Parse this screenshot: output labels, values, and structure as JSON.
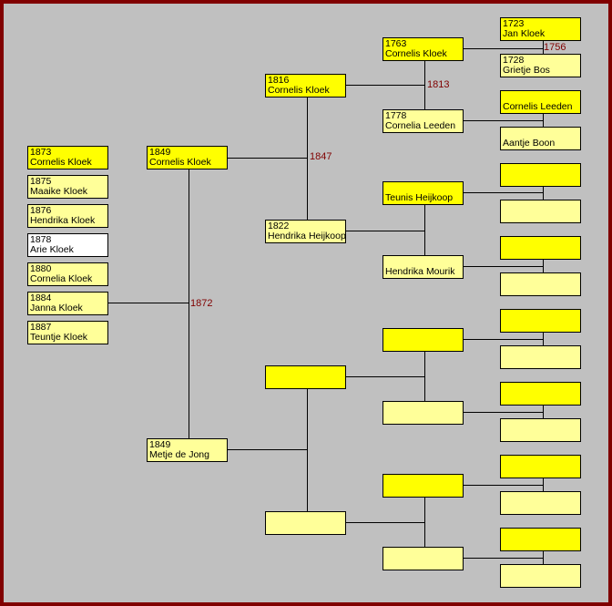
{
  "colors": {
    "male": "#ffff00",
    "female": "#ffff99",
    "unknown": "#ffffff",
    "frame": "#800000",
    "background": "#c0c0c0",
    "marriage_year": "#800000"
  },
  "children": [
    {
      "year": "1873",
      "name": "Cornelis Kloek",
      "sex": "m"
    },
    {
      "year": "1875",
      "name": "Maaike Kloek",
      "sex": "f"
    },
    {
      "year": "1876",
      "name": "Hendrika Kloek",
      "sex": "f"
    },
    {
      "year": "1878",
      "name": "Arie Kloek",
      "sex": "u"
    },
    {
      "year": "1880",
      "name": "Cornelia Kloek",
      "sex": "f"
    },
    {
      "year": "1884",
      "name": "Janna Kloek",
      "sex": "f"
    },
    {
      "year": "1887",
      "name": "Teuntje Kloek",
      "sex": "f"
    }
  ],
  "parents": [
    {
      "year": "1849",
      "name": "Cornelis Kloek",
      "sex": "m"
    },
    {
      "year": "1849",
      "name": "Metje de Jong",
      "sex": "f"
    }
  ],
  "grandparents": [
    {
      "year": "1816",
      "name": "Cornelis Kloek",
      "sex": "m"
    },
    {
      "year": "1822",
      "name": "Hendrika Heijkoop",
      "sex": "f"
    },
    {
      "year": "",
      "name": "",
      "sex": "m"
    },
    {
      "year": "",
      "name": "",
      "sex": "f"
    }
  ],
  "great_grandparents": [
    {
      "year": "1763",
      "name": "Cornelis Kloek",
      "sex": "m"
    },
    {
      "year": "1778",
      "name": "Cornelia Leeden",
      "sex": "f"
    },
    {
      "year": "",
      "name": "Teunis Heijkoop",
      "sex": "m"
    },
    {
      "year": "",
      "name": "Hendrika Mourik",
      "sex": "f"
    },
    {
      "year": "",
      "name": "",
      "sex": "m"
    },
    {
      "year": "",
      "name": "",
      "sex": "f"
    },
    {
      "year": "",
      "name": "",
      "sex": "m"
    },
    {
      "year": "",
      "name": "",
      "sex": "f"
    }
  ],
  "gg_grandparents": [
    {
      "year": "1723",
      "name": "Jan Kloek",
      "sex": "m"
    },
    {
      "year": "1728",
      "name": "Grietje Bos",
      "sex": "f"
    },
    {
      "year": "",
      "name": "Cornelis Leeden",
      "sex": "m"
    },
    {
      "year": "",
      "name": "Aantje Boon",
      "sex": "f"
    },
    {
      "year": "",
      "name": "",
      "sex": "m"
    },
    {
      "year": "",
      "name": "",
      "sex": "f"
    },
    {
      "year": "",
      "name": "",
      "sex": "m"
    },
    {
      "year": "",
      "name": "",
      "sex": "f"
    },
    {
      "year": "",
      "name": "",
      "sex": "m"
    },
    {
      "year": "",
      "name": "",
      "sex": "f"
    },
    {
      "year": "",
      "name": "",
      "sex": "m"
    },
    {
      "year": "",
      "name": "",
      "sex": "f"
    },
    {
      "year": "",
      "name": "",
      "sex": "m"
    },
    {
      "year": "",
      "name": "",
      "sex": "f"
    },
    {
      "year": "",
      "name": "",
      "sex": "m"
    },
    {
      "year": "",
      "name": "",
      "sex": "f"
    }
  ],
  "marriages": {
    "parents": "1872",
    "grandparents_paternal": "1847",
    "great_grandparents_1": "1813",
    "gg_grandparents_1": "1756"
  }
}
